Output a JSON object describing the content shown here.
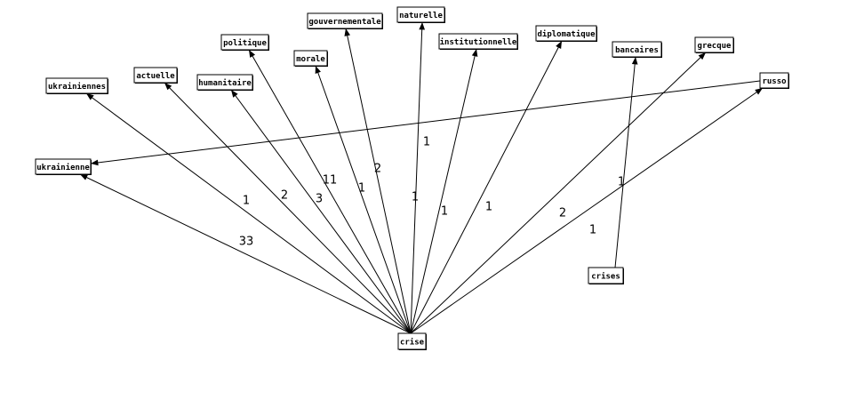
{
  "diagram": {
    "type": "directed-word-graph",
    "nodes": [
      {
        "id": "crise",
        "label": "crise"
      },
      {
        "id": "ukrainienne",
        "label": "ukrainienne"
      },
      {
        "id": "ukrainiennes",
        "label": "ukrainiennes"
      },
      {
        "id": "actuelle",
        "label": "actuelle"
      },
      {
        "id": "humanitaire",
        "label": "humanitaire"
      },
      {
        "id": "politique",
        "label": "politique"
      },
      {
        "id": "morale",
        "label": "morale"
      },
      {
        "id": "gouvernementale",
        "label": "gouvernementale"
      },
      {
        "id": "naturelle",
        "label": "naturelle"
      },
      {
        "id": "institutionnelle",
        "label": "institutionnelle"
      },
      {
        "id": "diplomatique",
        "label": "diplomatique"
      },
      {
        "id": "bancaires",
        "label": "bancaires"
      },
      {
        "id": "grecque",
        "label": "grecque"
      },
      {
        "id": "russo",
        "label": "russo"
      },
      {
        "id": "crises",
        "label": "crises"
      }
    ],
    "edges": [
      {
        "from": "crise",
        "to": "ukrainienne",
        "weight": "33"
      },
      {
        "from": "crise",
        "to": "ukrainiennes",
        "weight": "1"
      },
      {
        "from": "crise",
        "to": "actuelle",
        "weight": "2"
      },
      {
        "from": "crise",
        "to": "humanitaire",
        "weight": "3"
      },
      {
        "from": "crise",
        "to": "politique",
        "weight": "11"
      },
      {
        "from": "crise",
        "to": "morale",
        "weight": "1"
      },
      {
        "from": "crise",
        "to": "gouvernementale",
        "weight": "2"
      },
      {
        "from": "crise",
        "to": "naturelle",
        "weight": "1"
      },
      {
        "from": "crise",
        "to": "institutionnelle",
        "weight": "1"
      },
      {
        "from": "crise",
        "to": "diplomatique",
        "weight": "1"
      },
      {
        "from": "crise",
        "to": "grecque",
        "weight": "2"
      },
      {
        "from": "crise",
        "to": "russo",
        "weight": "1"
      },
      {
        "from": "russo",
        "to": "ukrainienne",
        "weight": "1"
      },
      {
        "from": "crises",
        "to": "bancaires",
        "weight": "1"
      }
    ]
  }
}
